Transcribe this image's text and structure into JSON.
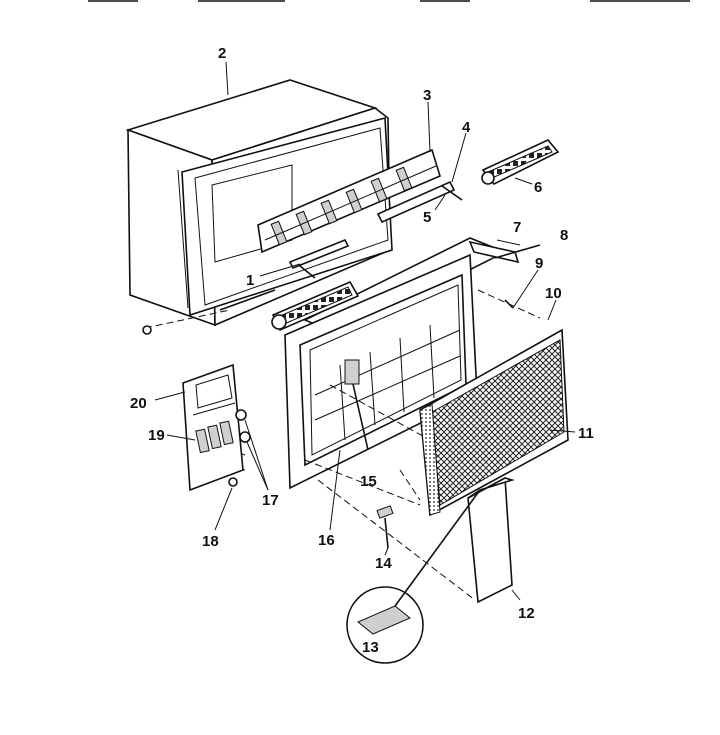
{
  "parts": [
    {
      "id": "p1",
      "label": "1"
    },
    {
      "id": "p2",
      "label": "2"
    },
    {
      "id": "p3",
      "label": "3"
    },
    {
      "id": "p4",
      "label": "4"
    },
    {
      "id": "p5",
      "label": "5"
    },
    {
      "id": "p6",
      "label": "6"
    },
    {
      "id": "p7",
      "label": "7"
    },
    {
      "id": "p8",
      "label": "8"
    },
    {
      "id": "p9",
      "label": "9"
    },
    {
      "id": "p10",
      "label": "10"
    },
    {
      "id": "p11",
      "label": "11"
    },
    {
      "id": "p12",
      "label": "12"
    },
    {
      "id": "p13",
      "label": "13"
    },
    {
      "id": "p14",
      "label": "14"
    },
    {
      "id": "p15",
      "label": "15"
    },
    {
      "id": "p16",
      "label": "16"
    },
    {
      "id": "p17",
      "label": "17"
    },
    {
      "id": "p18",
      "label": "18"
    },
    {
      "id": "p19",
      "label": "19"
    },
    {
      "id": "p20",
      "label": "20"
    }
  ]
}
